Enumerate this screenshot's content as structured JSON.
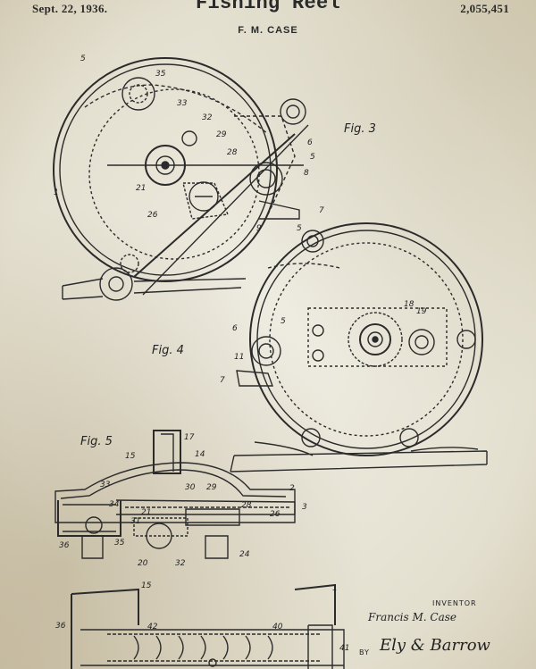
{
  "header": {
    "date": "Sept. 22, 1936.",
    "title": "Fishing Reel",
    "patent_number": "2,055,451",
    "inventor_initials": "F. M. CASE"
  },
  "figures": {
    "fig3": "Fig. 3",
    "fig4": "Fig. 4",
    "fig5": "Fig. 5"
  },
  "part_labels_fig3": [
    "5",
    "35",
    "33",
    "32",
    "29",
    "28",
    "6",
    "5",
    "8",
    "21",
    "26",
    "7",
    "9",
    "1",
    "5"
  ],
  "part_labels_fig4": [
    "18",
    "19",
    "5",
    "6",
    "11",
    "7"
  ],
  "part_labels_fig5": [
    "17",
    "14",
    "15",
    "33",
    "30",
    "29",
    "2",
    "34",
    "21",
    "28",
    "31",
    "26",
    "3",
    "36",
    "35",
    "20",
    "32",
    "24"
  ],
  "part_labels_lower": [
    "15",
    "1",
    "36",
    "42",
    "40",
    "41"
  ],
  "signature": {
    "caption": "INVENTOR",
    "name": "Francis M. Case",
    "by": "BY",
    "attorney": "Ely & Barrow"
  }
}
